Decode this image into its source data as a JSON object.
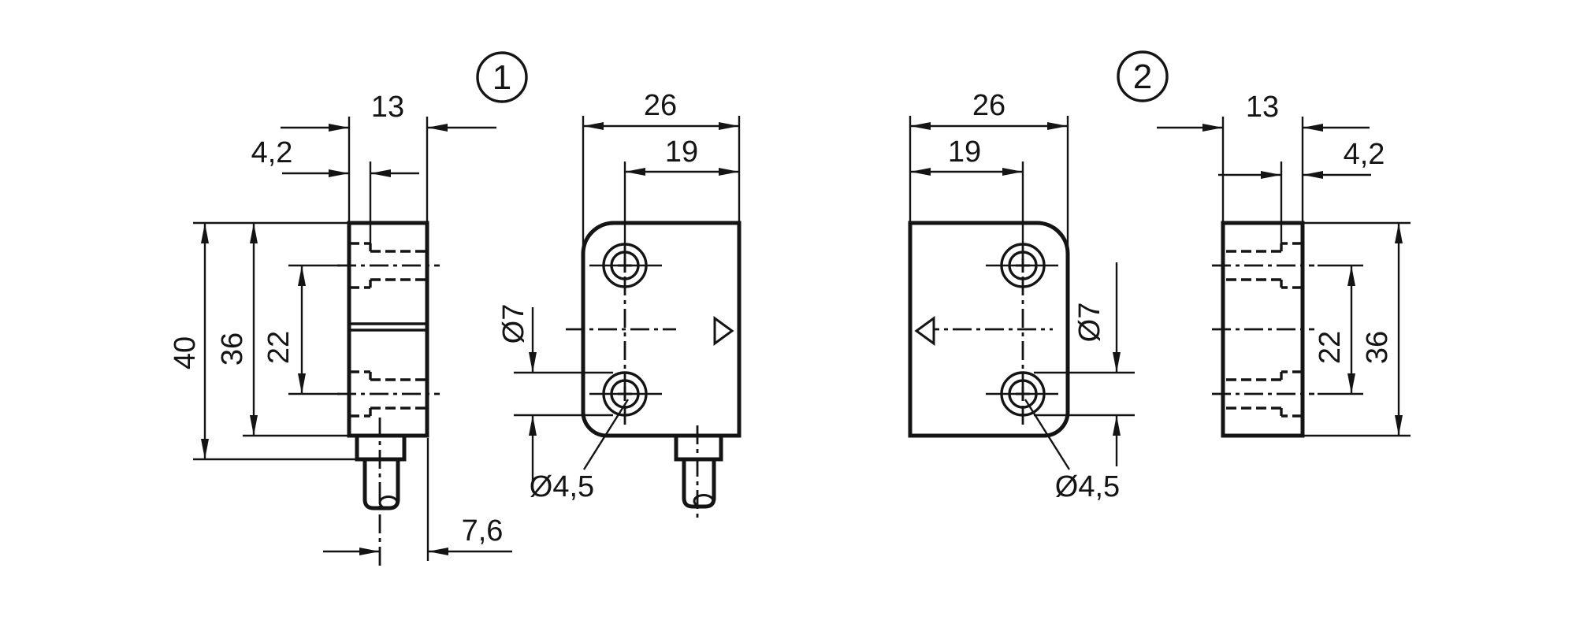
{
  "colors": {
    "ink": "#141414",
    "background": "#ffffff"
  },
  "variant1": {
    "badge": "1",
    "side": {
      "width": "13",
      "sink_depth": "4,2",
      "total_height": "40",
      "body_height": "36",
      "hole_spacing": "22",
      "cable_offset": "7,6"
    },
    "front": {
      "width": "26",
      "hole_offset": "19",
      "counterbore_dia": "Ø7",
      "thru_hole_dia": "Ø4,5"
    }
  },
  "variant2": {
    "badge": "2",
    "front": {
      "width": "26",
      "hole_offset": "19",
      "counterbore_dia": "Ø7",
      "thru_hole_dia": "Ø4,5"
    },
    "side": {
      "width": "13",
      "sink_depth": "4,2",
      "hole_spacing": "22",
      "body_height": "36"
    }
  }
}
